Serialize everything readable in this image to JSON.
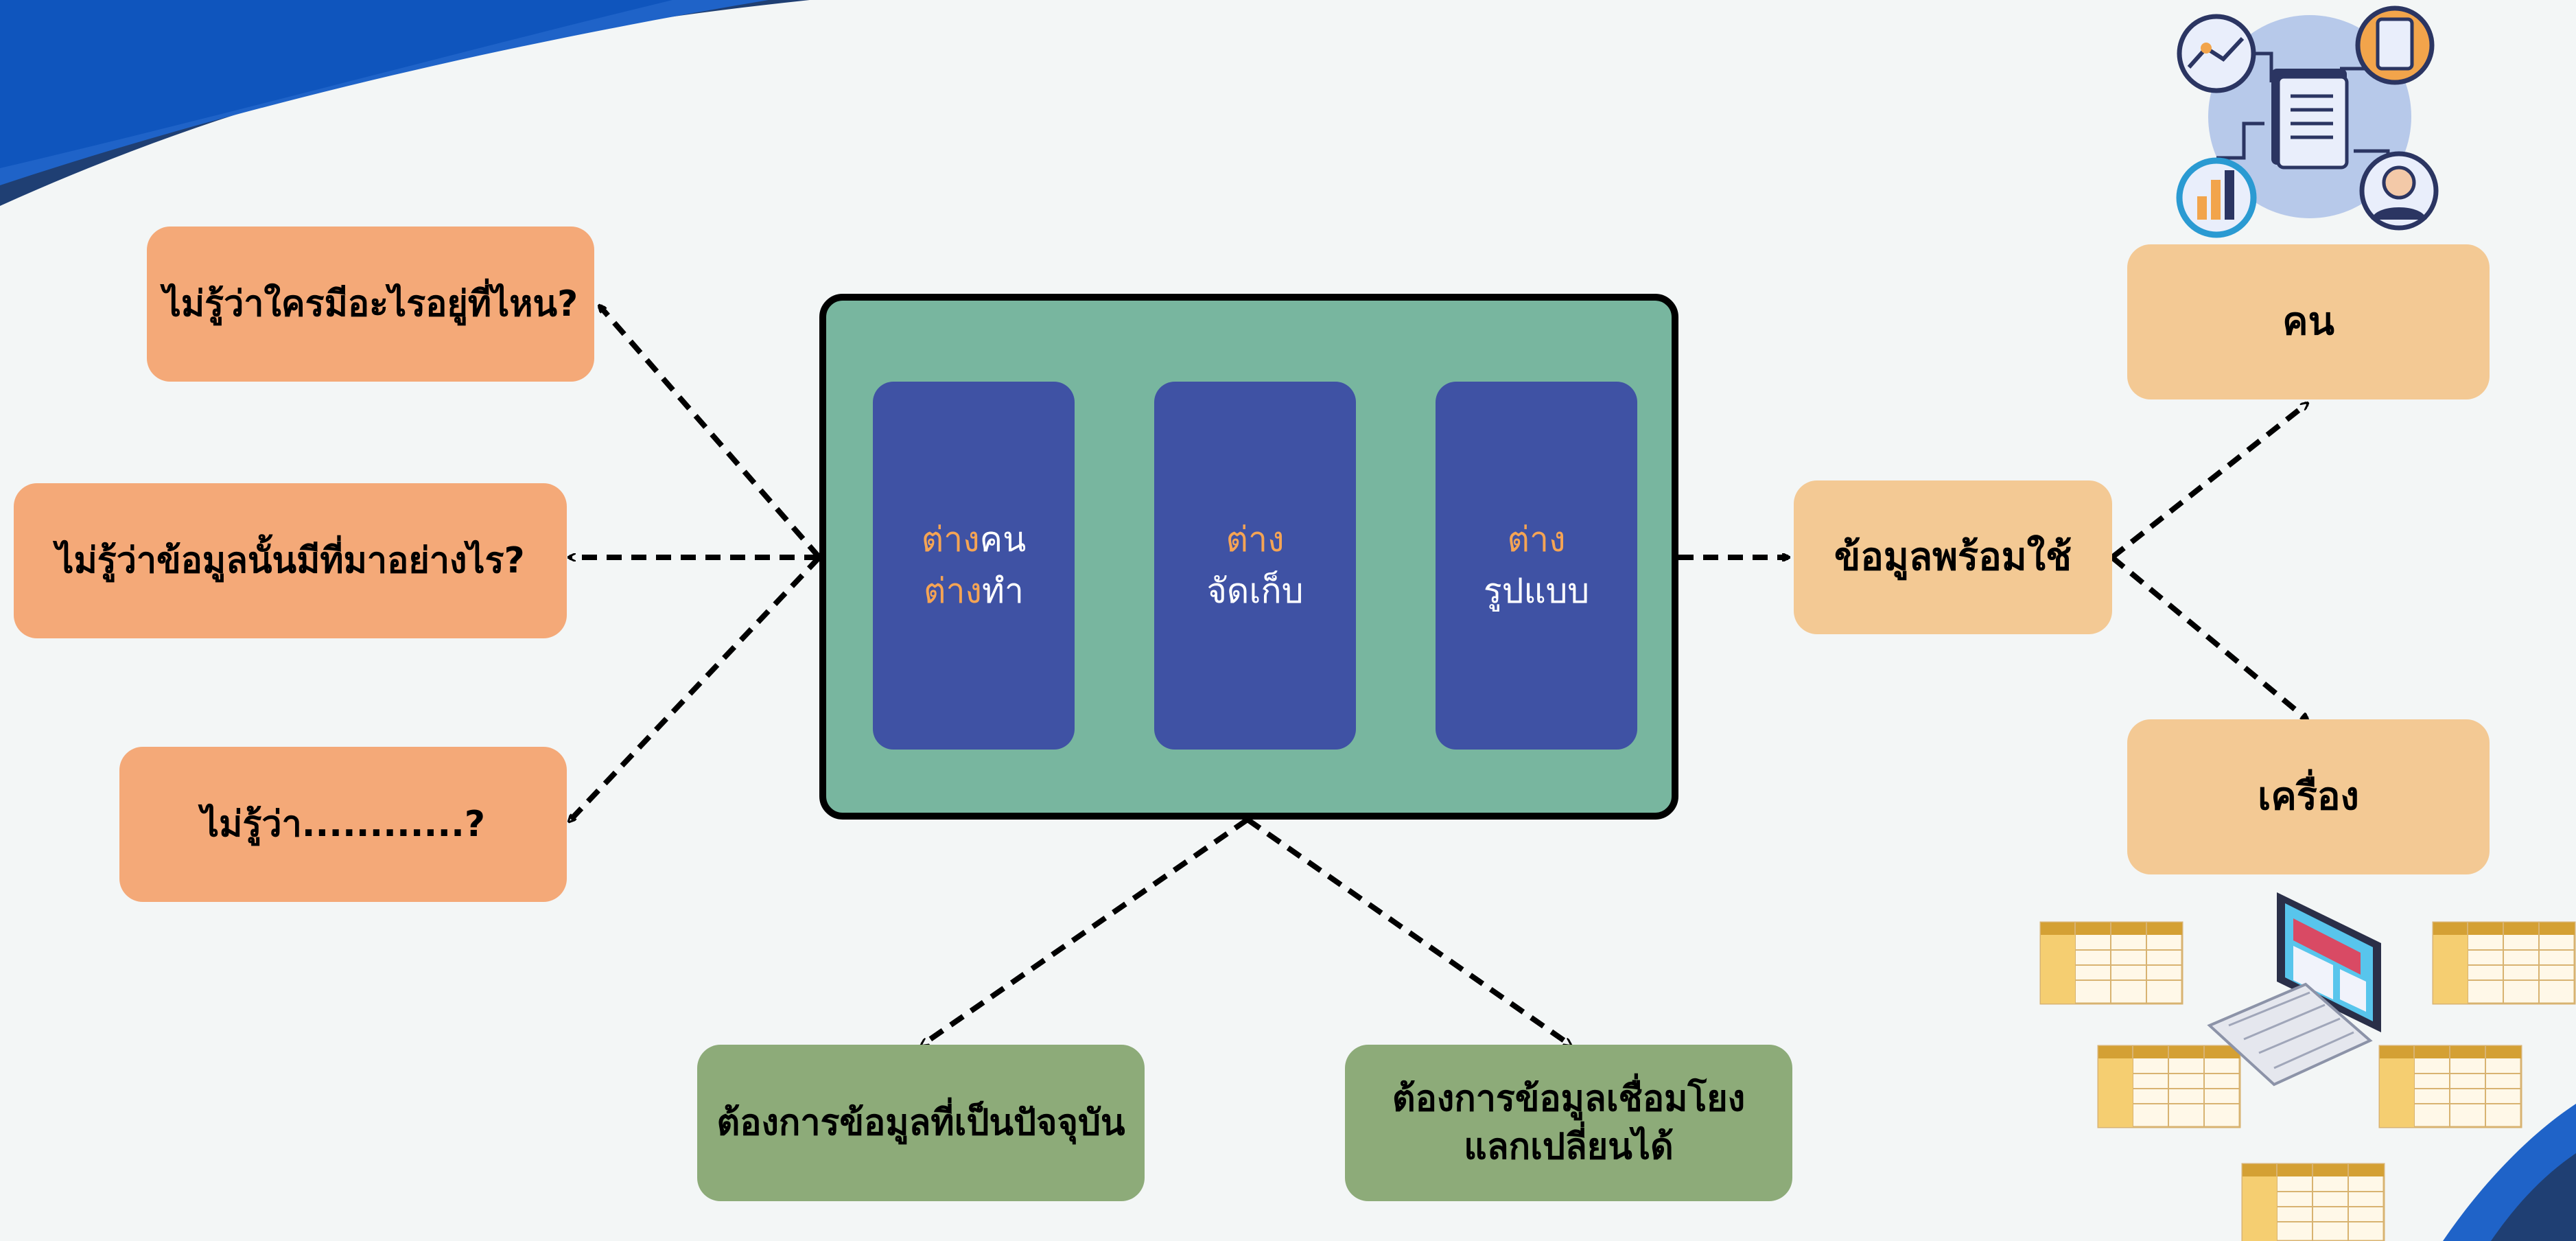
{
  "questions": [
    {
      "text": "ไม่รู้ว่าใครมีอะไรอยู่ที่ไหน?"
    },
    {
      "text": "ไม่รู้ว่าข้อมูลนั้นมีที่มาอย่างไร?"
    },
    {
      "text": "ไม่รู้ว่า............?"
    }
  ],
  "center_cards": [
    {
      "line1_highlight": "ต่าง",
      "line1_rest": "คน",
      "line2_highlight": "ต่าง",
      "line2_rest": "ทำ"
    },
    {
      "line1_highlight": "ต่าง",
      "line1_rest": "",
      "line2_highlight": "",
      "line2_rest": "จัดเก็บ"
    },
    {
      "line1_highlight": "ต่าง",
      "line1_rest": "",
      "line2_highlight": "",
      "line2_rest": "รูปแบบ"
    }
  ],
  "ready_box": {
    "text": "ข้อมูลพร้อมใช้"
  },
  "outputs": [
    {
      "text": "คน"
    },
    {
      "text": "เครื่อง"
    }
  ],
  "needs": [
    {
      "line1": "ต้องการข้อมูลที่เป็นปัจจุบัน",
      "line2": ""
    },
    {
      "line1": "ต้องการข้อมูลเชื่อมโยง",
      "line2": "แลกเปลี่ยนได้"
    }
  ],
  "colors": {
    "background": "#f3f6f6",
    "question_box": "#f4a978",
    "right_box": "#f3c994",
    "need_box": "#8dab79",
    "center_panel": "#78b69f",
    "card": "#3f52a4",
    "highlight_text": "#f5a454",
    "corner_wave_dark": "#1f3f73",
    "corner_wave_blue": "#1f63c8"
  },
  "icons": {
    "top_right": "people-network-document-icon",
    "bottom_right": "computer-spreadsheet-icon"
  }
}
